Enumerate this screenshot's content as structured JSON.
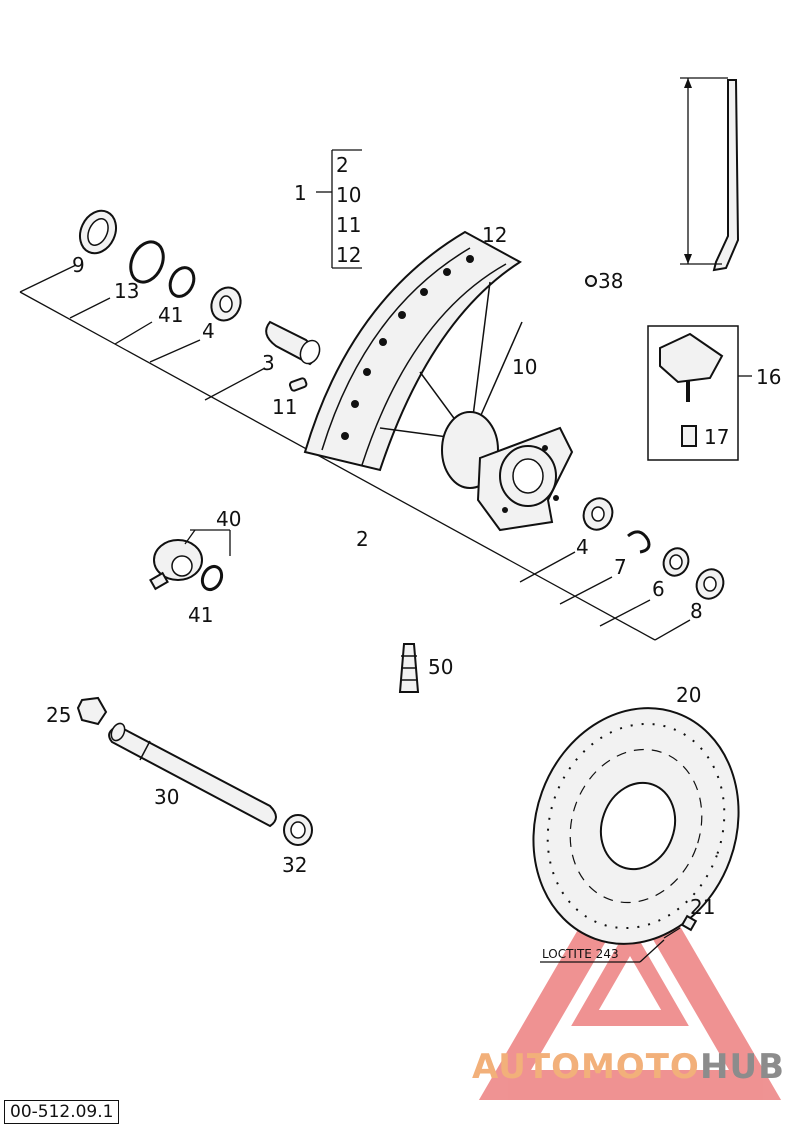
{
  "callouts": {
    "c1": "1",
    "c2a": "2",
    "c10a": "10",
    "c11a": "11",
    "c12a": "12",
    "c12": "12",
    "c38": "38",
    "c9": "9",
    "c13": "13",
    "c41a": "41",
    "c4a": "4",
    "c3": "3",
    "c10": "10",
    "c11": "11",
    "c16": "16",
    "c17": "17",
    "c2": "2",
    "c40": "40",
    "c41": "41",
    "c4": "4",
    "c7": "7",
    "c6": "6",
    "c8": "8",
    "c50": "50",
    "c25": "25",
    "c30": "30",
    "c32": "32",
    "c20": "20",
    "c21": "21"
  },
  "note_loctite": "LOCTITE 243",
  "doc_code": "00-512.09.1",
  "watermark": {
    "part1": "AUTOMOTO",
    "part2": "HUB",
    "color_primary": "#f2b07a",
    "color_secondary": "#8c8c8c",
    "color_triangle": "#e23a3a"
  }
}
